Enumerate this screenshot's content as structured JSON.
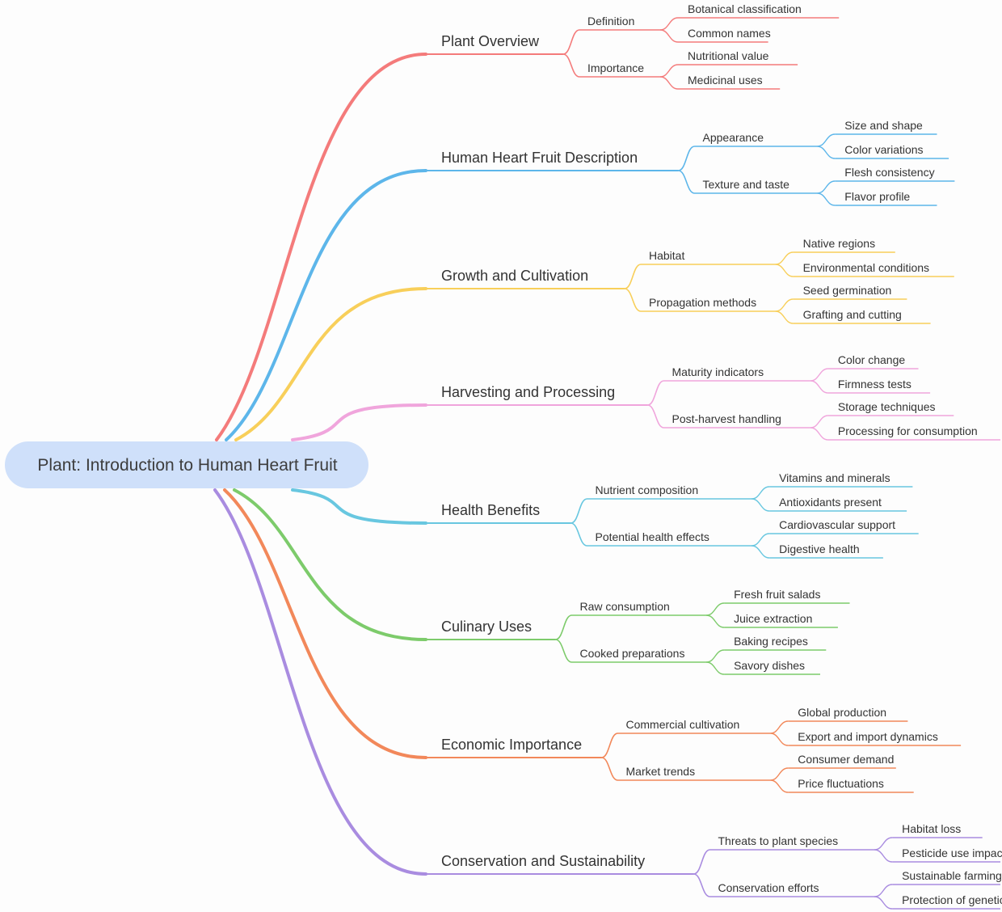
{
  "root": {
    "label": "Plant: Introduction to Human Heart Fruit",
    "color": "#cfe0fa"
  },
  "branches": [
    {
      "label": "Plant Overview",
      "color": "#f47b7b",
      "children": [
        {
          "label": "Definition",
          "children": [
            "Botanical classification",
            "Common names"
          ]
        },
        {
          "label": "Importance",
          "children": [
            "Nutritional value",
            "Medicinal uses"
          ]
        }
      ]
    },
    {
      "label": "Human Heart Fruit Description",
      "color": "#5db6ea",
      "children": [
        {
          "label": "Appearance",
          "children": [
            "Size and shape",
            "Color variations"
          ]
        },
        {
          "label": "Texture and taste",
          "children": [
            "Flesh consistency",
            "Flavor profile"
          ]
        }
      ]
    },
    {
      "label": "Growth and Cultivation",
      "color": "#f8cf5a",
      "children": [
        {
          "label": "Habitat",
          "children": [
            "Native regions",
            "Environmental conditions"
          ]
        },
        {
          "label": "Propagation methods",
          "children": [
            "Seed germination",
            "Grafting and cutting"
          ]
        }
      ]
    },
    {
      "label": "Harvesting and Processing",
      "color": "#f0a5dc",
      "children": [
        {
          "label": "Maturity indicators",
          "children": [
            "Color change",
            "Firmness tests"
          ]
        },
        {
          "label": "Post-harvest handling",
          "children": [
            "Storage techniques",
            "Processing for consumption"
          ]
        }
      ]
    },
    {
      "label": "Health Benefits",
      "color": "#68c7e0",
      "children": [
        {
          "label": "Nutrient composition",
          "children": [
            "Vitamins and minerals",
            "Antioxidants present"
          ]
        },
        {
          "label": "Potential health effects",
          "children": [
            "Cardiovascular support",
            "Digestive health"
          ]
        }
      ]
    },
    {
      "label": "Culinary Uses",
      "color": "#7dcb6b",
      "children": [
        {
          "label": "Raw consumption",
          "children": [
            "Fresh fruit salads",
            "Juice extraction"
          ]
        },
        {
          "label": "Cooked preparations",
          "children": [
            "Baking recipes",
            "Savory dishes"
          ]
        }
      ]
    },
    {
      "label": "Economic Importance",
      "color": "#f2885a",
      "children": [
        {
          "label": "Commercial cultivation",
          "children": [
            "Global production",
            "Export and import dynamics"
          ]
        },
        {
          "label": "Market trends",
          "children": [
            "Consumer demand",
            "Price fluctuations"
          ]
        }
      ]
    },
    {
      "label": "Conservation and Sustainability",
      "color": "#a98ce0",
      "children": [
        {
          "label": "Threats to plant species",
          "children": [
            "Habitat loss",
            "Pesticide use impact"
          ]
        },
        {
          "label": "Conservation efforts",
          "children": [
            "Sustainable farming practices",
            "Protection of genetic diversity"
          ]
        }
      ]
    }
  ]
}
